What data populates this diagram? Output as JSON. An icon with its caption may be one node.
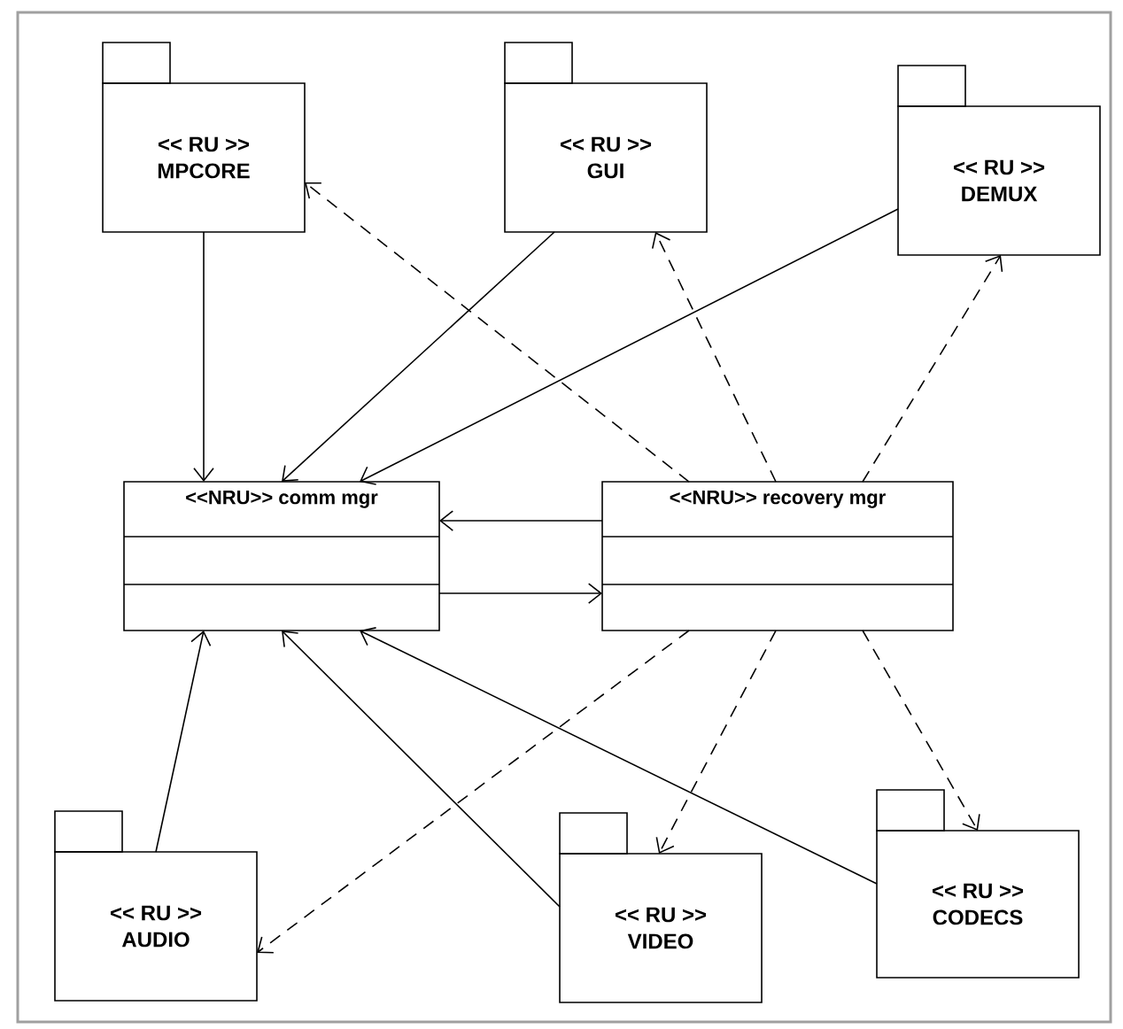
{
  "diagram": {
    "nodes": [
      {
        "text": [
          "<< RU >>",
          "MPCORE"
        ]
      },
      {
        "text": [
          "<< RU >>",
          "GUI"
        ]
      },
      {
        "text": [
          "<< RU >>",
          "DEMUX"
        ]
      },
      {
        "text": [
          "<<NRU>> comm mgr"
        ]
      },
      {
        "text": [
          "<<NRU>> recovery mgr"
        ]
      },
      {
        "text": [
          "<< RU >>",
          "AUDIO"
        ]
      },
      {
        "text": [
          "<< RU >>",
          "VIDEO"
        ]
      },
      {
        "text": [
          "<< RU >>",
          "CODECS"
        ]
      }
    ],
    "edges": [
      {
        "from": 0,
        "to": 3,
        "arrow": "to"
      },
      {
        "from": 1,
        "to": 3,
        "arrow": "to"
      },
      {
        "from": 2,
        "to": 3,
        "arrow": "to"
      },
      {
        "from": 4,
        "to": 0,
        "arrow": "to",
        "style": "dashed"
      },
      {
        "from": 4,
        "to": 1,
        "arrow": "to",
        "style": "dashed"
      },
      {
        "from": 4,
        "to": 2,
        "arrow": "to",
        "style": "dashed"
      },
      {
        "from": 4,
        "to": 3,
        "arrow": "to"
      },
      {
        "from": 3,
        "to": 4,
        "arrow": "to"
      },
      {
        "from": 5,
        "to": 3,
        "arrow": "to"
      },
      {
        "from": 6,
        "to": 3,
        "arrow": "to"
      },
      {
        "from": 7,
        "to": 3,
        "arrow": "to"
      },
      {
        "from": 4,
        "to": 5,
        "arrow": "to",
        "style": "dashed"
      },
      {
        "from": 4,
        "to": 6,
        "arrow": "to",
        "style": "dashed"
      },
      {
        "from": 4,
        "to": 7,
        "arrow": "to",
        "style": "dashed"
      }
    ]
  }
}
